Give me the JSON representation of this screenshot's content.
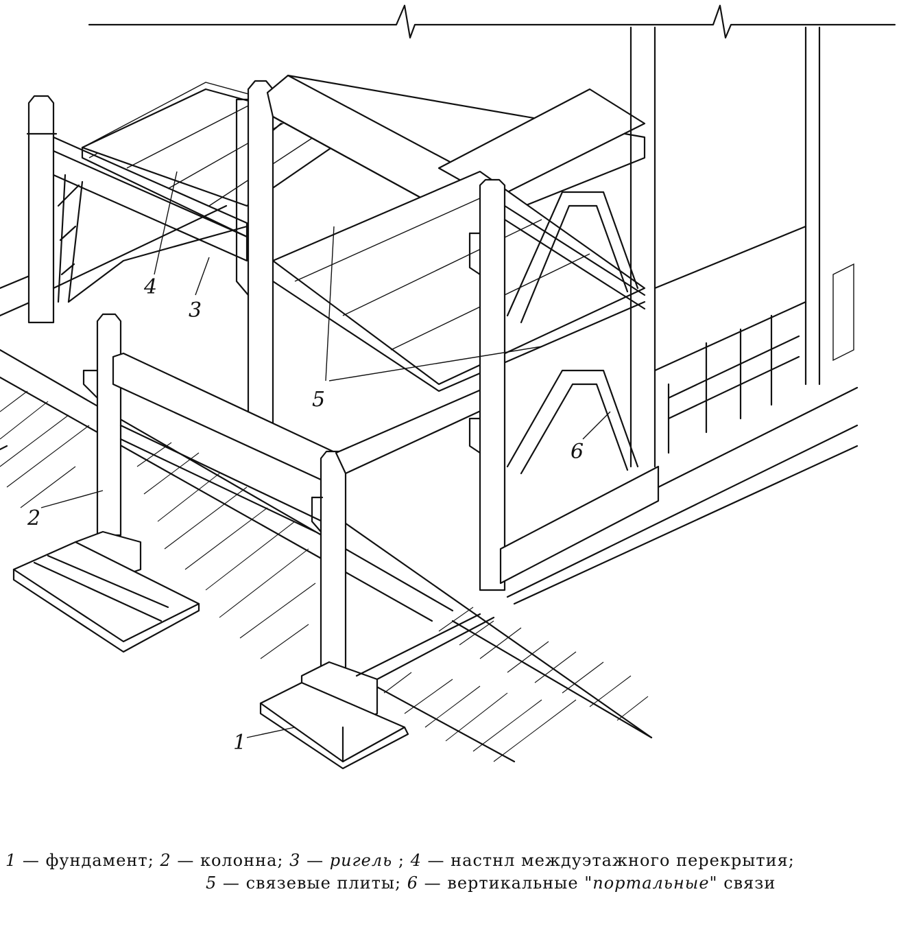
{
  "figure": {
    "callouts": [
      {
        "id": "1",
        "label": "1"
      },
      {
        "id": "2",
        "label": "2"
      },
      {
        "id": "3",
        "label": "3"
      },
      {
        "id": "4",
        "label": "4"
      },
      {
        "id": "5",
        "label": "5"
      },
      {
        "id": "6",
        "label": "6"
      }
    ]
  },
  "caption": {
    "items": [
      {
        "num": "1",
        "text": "фундамент;"
      },
      {
        "num": "2",
        "text": "колонна;"
      },
      {
        "num": "3",
        "text": "ригель"
      },
      {
        "num": "4",
        "text": "настнл междуэтажного перекрытия;"
      },
      {
        "num": "5",
        "text": "связевые плиты;"
      },
      {
        "num": "6",
        "text": "вертикальные",
        "italic": "\"портальные\"",
        "tail": "связи"
      }
    ],
    "dash": "—"
  }
}
